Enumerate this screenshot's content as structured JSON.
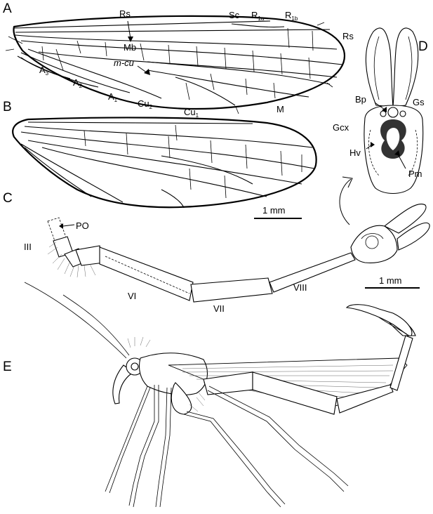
{
  "panels": {
    "A": "A",
    "B": "B",
    "C": "C",
    "D": "D",
    "E": "E"
  },
  "wing_a_labels": {
    "Rs_top": "Rs",
    "Sc": "Sc",
    "R1a": "R",
    "R1a_sub": "1a",
    "R1b": "R",
    "R1b_sub": "1b",
    "Rs_right": "Rs",
    "Mb": "Mb",
    "m_cu": "m-cu",
    "A3": "A",
    "A3_sub": "3",
    "A2": "A",
    "A2_sub": "2",
    "A1": "A",
    "A1_sub": "1",
    "Cu2": "Cu",
    "Cu2_sub": "2",
    "Cu1": "Cu",
    "Cu1_sub": "1",
    "M": "M"
  },
  "genitalia_labels": {
    "Bp": "Bp",
    "Gs": "Gs",
    "Gcx": "Gcx",
    "Hv": "Hv",
    "Pm": "Pm"
  },
  "abdomen_labels": {
    "PO": "PO",
    "III": "III",
    "VI": "VI",
    "VII": "VII",
    "VIII": "VIII"
  },
  "scale_bars": {
    "wing": "1 mm",
    "abdomen": "1 mm"
  }
}
